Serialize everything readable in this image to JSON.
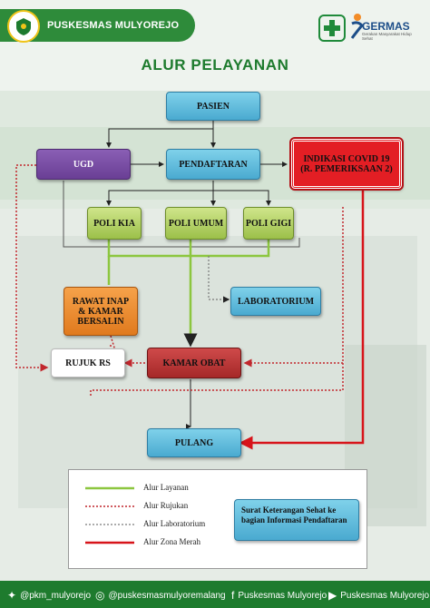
{
  "header": {
    "brand": "PUSKESMAS MULYOREJO",
    "germas": "GERMAS",
    "germas_tagline": "Gerakan Masyarakat Hidup Sehat"
  },
  "title": "ALUR PELAYANAN",
  "nodes": {
    "pasien": "PASIEN",
    "ugd": "UGD",
    "pendaftaran": "PENDAFTARAN",
    "covid": "INDIKASI COVID 19 (R. PEMERIKSAAN 2)",
    "poli_kia": "POLI KIA",
    "poli_umum": "POLI UMUM",
    "poli_gigi": "POLI GIGI",
    "rawat_inap": "RAWAT INAP & KAMAR BERSALIN",
    "laboratorium": "LABORATORIUM",
    "rujuk_rs": "RUJUK RS",
    "kamar_obat": "KAMAR OBAT",
    "pulang": "PULANG"
  },
  "legend": {
    "items": [
      {
        "label": "Alur Layanan",
        "color": "#8cc63f",
        "style": "solid"
      },
      {
        "label": "Alur Rujukan",
        "color": "#c1272d",
        "style": "dotted"
      },
      {
        "label": "Alur Laboratorium",
        "color": "#7a7a7a",
        "style": "dotted"
      },
      {
        "label": "Alur Zona Merah",
        "color": "#d7141a",
        "style": "solid"
      }
    ],
    "note": "Surat Keterangan Sehat ke bagian Informasi Pendaftaran"
  },
  "footer": {
    "twitter": "@pkm_mulyorejo",
    "instagram": "@puskesmasmulyoremalang",
    "facebook": "Puskesmas Mulyorejo",
    "youtube": "Puskesmas Mulyorejo"
  },
  "colors": {
    "brand_green": "#1e7b2e",
    "service_line": "#8cc63f",
    "referral_line": "#c1272d",
    "red_zone": "#d7141a"
  },
  "icons": [
    "malang-logo-icon",
    "kemkes-logo-icon",
    "germas-logo-icon",
    "twitter-icon",
    "instagram-icon",
    "facebook-icon",
    "youtube-icon"
  ]
}
